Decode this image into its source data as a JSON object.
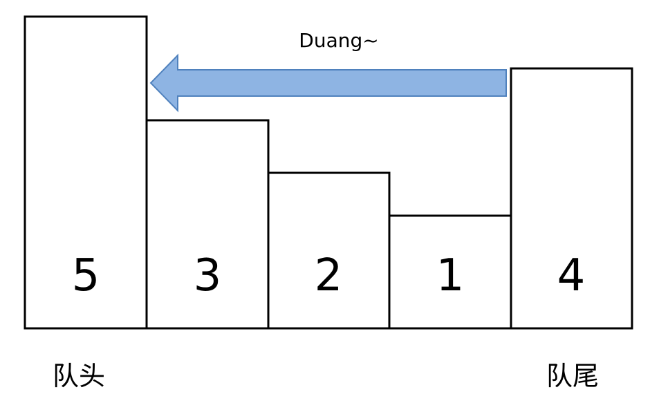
{
  "diagram": {
    "arrow_label": "Duang~",
    "head_label": "队头",
    "tail_label": "队尾",
    "bars": [
      {
        "label": "5"
      },
      {
        "label": "3"
      },
      {
        "label": "2"
      },
      {
        "label": "1"
      },
      {
        "label": "4"
      }
    ],
    "colors": {
      "arrow_fill": "#8EB4E3",
      "arrow_stroke": "#4F81BD",
      "bar_stroke": "#000000"
    }
  }
}
